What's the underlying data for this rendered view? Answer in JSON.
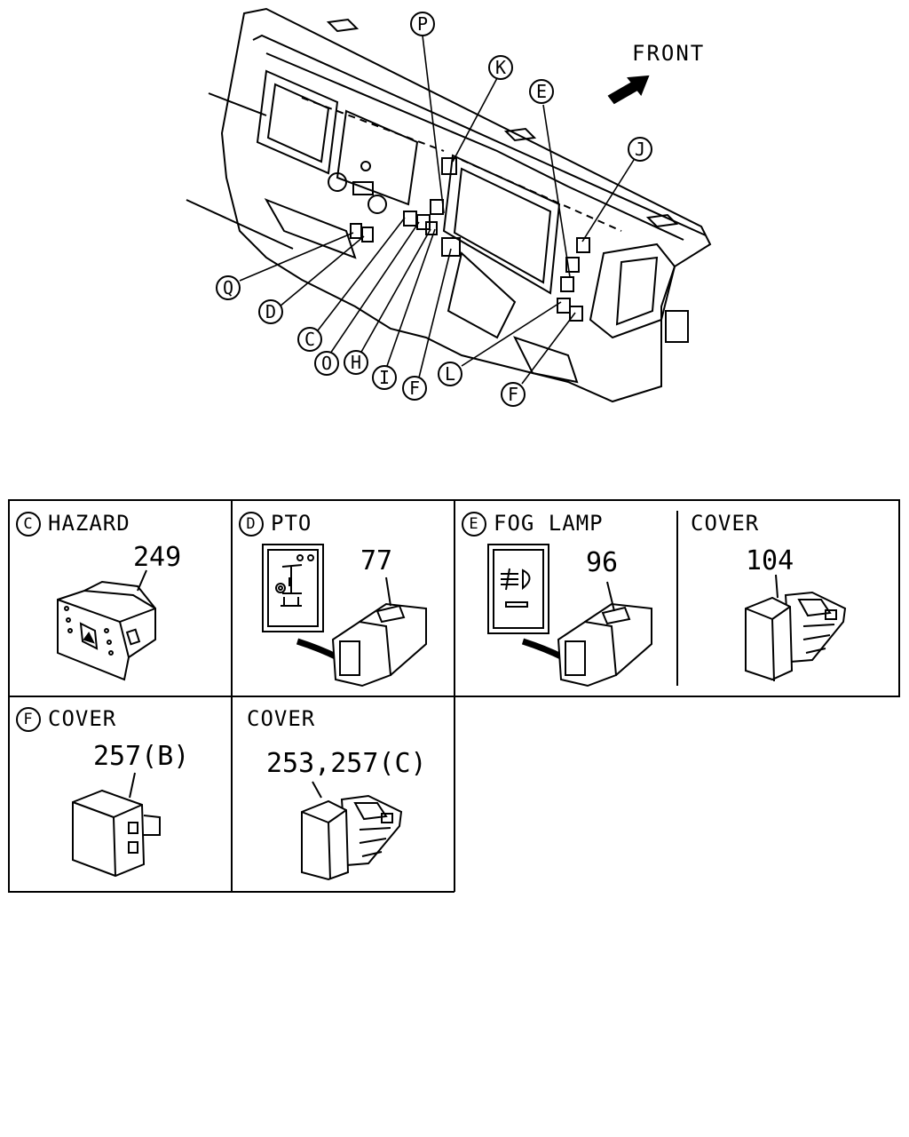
{
  "overview": {
    "front_label": "FRONT",
    "callouts": [
      "P",
      "K",
      "E",
      "J",
      "Q",
      "D",
      "C",
      "O",
      "H",
      "I",
      "F",
      "L",
      "F"
    ]
  },
  "cells": {
    "hazard": {
      "letter": "C",
      "title": "HAZARD",
      "part": "249"
    },
    "pto": {
      "letter": "D",
      "title": "PTO",
      "part": "77"
    },
    "fog": {
      "letter": "E",
      "title": "FOG LAMP",
      "part": "96"
    },
    "cover_e": {
      "title": "COVER",
      "part": "104"
    },
    "cover_f": {
      "letter": "F",
      "title": "COVER",
      "part": "257(B)"
    },
    "cover_2": {
      "title": "COVER",
      "part": "253,257(C)"
    }
  }
}
